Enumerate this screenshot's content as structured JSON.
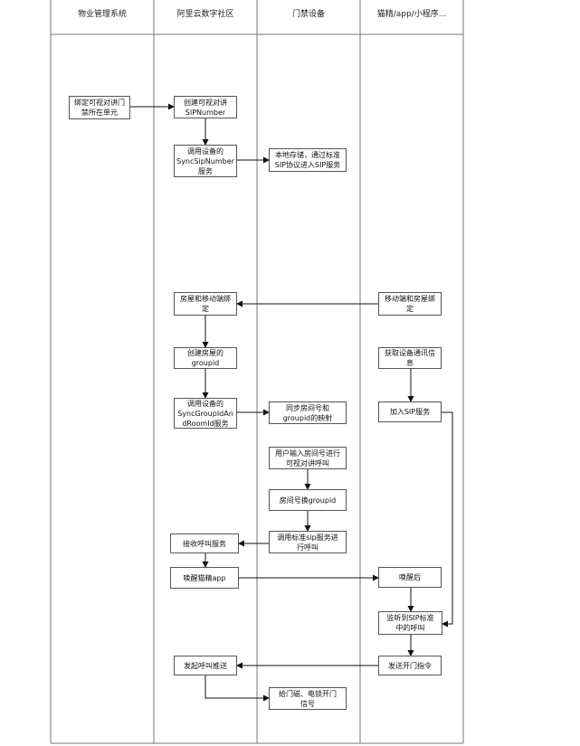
{
  "lanes": [
    {
      "id": "property",
      "title": "物业管理系统"
    },
    {
      "id": "aliyun",
      "title": "阿里云数字社区"
    },
    {
      "id": "door",
      "title": "门禁设备"
    },
    {
      "id": "cat",
      "title": "猫精/app/小程序..."
    }
  ],
  "nodes": {
    "bind_unit": "绑定可视对讲门\n禁所在单元",
    "create_sip": "创建可视对讲\nSIPNumber",
    "sync_sip": "调用设备的\nSyncSipNumber\n服务",
    "store_sip": "本地存储，通过标准\nSIP协议进入SIP服务",
    "house_mobile_bind": "房屋和移动端绑\n定",
    "mobile_house_bind": "移动端和房屋绑\n定",
    "create_groupid": "创建房屋的\ngroupid",
    "get_device_info": "获取设备通讯信\n息",
    "sync_group": "调用设备的\nSyncGroupIdAn\ndRoomId服务",
    "sync_mapping": "同步房间号和\ngroupid的映射",
    "join_sip": "加入SIP服务",
    "user_input": "用户输入房间号进行\n可视对讲呼叫",
    "room_to_group": "房间号换groupid",
    "call_sip": "调用标准sip服务进\n行呼叫",
    "receive_call": "接收呼叫服务",
    "wake_app": "唤醒猫精app",
    "wake_after": "唤醒后",
    "listen_sip": "监听到SIP标准\n中的呼叫",
    "push_call": "发起呼叫推送",
    "send_open": "发送开门指令",
    "open_door": "给门磁、电锁开门\n信号"
  }
}
